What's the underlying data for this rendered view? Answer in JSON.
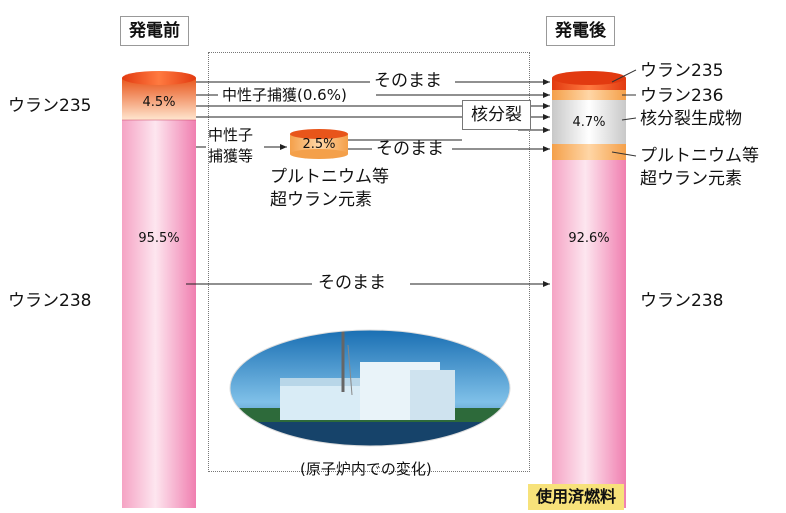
{
  "titles": {
    "before": "発電前",
    "after": "発電後",
    "spent_fuel": "使用済燃料",
    "reactor_change": "(原子炉内での変化)"
  },
  "before": {
    "u235_label": "ウラン235",
    "u235_pct": "4.5%",
    "u238_label": "ウラン238",
    "u238_pct": "95.5%"
  },
  "after": {
    "u235_label": "ウラン235",
    "u236_label": "ウラン236",
    "fission_products_label": "核分裂生成物",
    "fission_pct": "4.7%",
    "pu_label_1": "プルトニウム等",
    "pu_label_2": "超ウラン元素",
    "u238_label": "ウラン238",
    "u238_pct": "92.6%"
  },
  "arrows": {
    "as_is_top": "そのまま",
    "neutron_capture": "中性子捕獲(0.6%)",
    "fission": "核分裂",
    "neutron_capture_2a": "中性子",
    "neutron_capture_2b": "捕獲等",
    "as_is_mid": "そのまま",
    "as_is_bottom": "そのまま"
  },
  "middle": {
    "pu_pct": "2.5%",
    "pu_label_1": "プルトニウム等",
    "pu_label_2": "超ウラン元素"
  }
}
